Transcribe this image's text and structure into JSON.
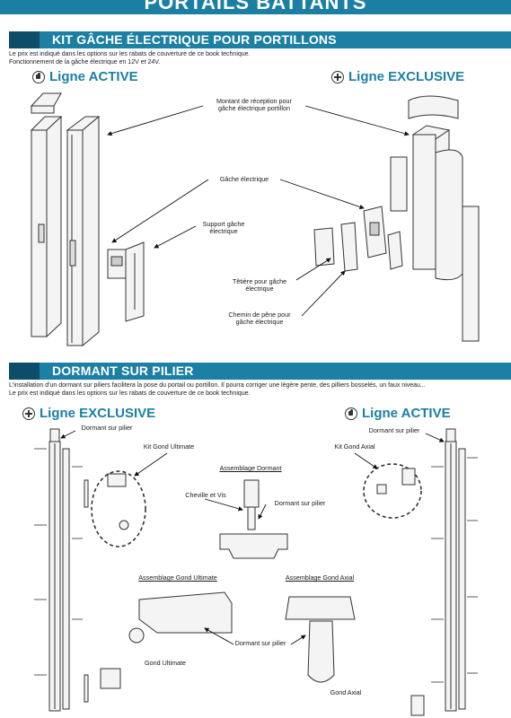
{
  "page_title": "PORTAILS BATTANTS",
  "section1": {
    "title": "KIT GÂCHE ÉLECTRIQUE POUR PORTILLONS",
    "intro_line1": "Le prix est indiqué dans les options sur les rabats de couverture de ce book technique.",
    "intro_line2": "Fonctionnement de la gâche électrique en 12V et 24V.",
    "ligne_left": "Ligne ACTIVE",
    "ligne_right": "Ligne EXCLUSIVE",
    "labels": {
      "montant_line1": "Montant de réception pour",
      "montant_line2": "gâche électrique portillon",
      "gache": "Gâche électrique",
      "support_line1": "Support gâche",
      "support_line2": "électrique",
      "tetiere_line1": "Têtière pour gâche",
      "tetiere_line2": "électrique",
      "chemin_line1": "Chemin de pêne pour",
      "chemin_line2": "gâche électrique"
    }
  },
  "section2": {
    "title": "DORMANT SUR PILIER",
    "intro_line1": "L'installation d'un dormant sur piliers facilitera la pose du portail ou portillon. Il pourra corriger une légère pente, des pilliers bosselés, un faux niveau...",
    "intro_line2": "Le prix est indiqué dans les options sur les rabats de couverture de ce book technique.",
    "ligne_left": "Ligne EXCLUSIVE",
    "ligne_right": "Ligne ACTIVE",
    "labels": {
      "dormant_left": "Dormant sur pilier",
      "dormant_right": "Dormant sur pilier",
      "kit_ultimate": "Kit Gond Ultimate",
      "kit_axial": "Kit Gond Axial",
      "assemblage_dormant": "Assemblage Dormant",
      "cheville": "Cheville et Vis",
      "dormant_center": "Dormant sur pilier",
      "assemblage_ultimate": "Assemblage Gond Ultimate",
      "assemblage_axial": "Assemblage Gond Axial",
      "dormant_bottom": "Dormant sur pilier",
      "gond_ultimate": "Gond Ultimate",
      "gond_axial": "Gond Axial"
    }
  },
  "colors": {
    "band": "#1c7fa4",
    "band_dark": "#0e4d6a",
    "accent_text": "#1c7fa4",
    "line_art": "#333333"
  },
  "icons": {
    "ligne_active": "thumbs-up-icon",
    "ligne_exclusive": "plus-circle-icon"
  }
}
